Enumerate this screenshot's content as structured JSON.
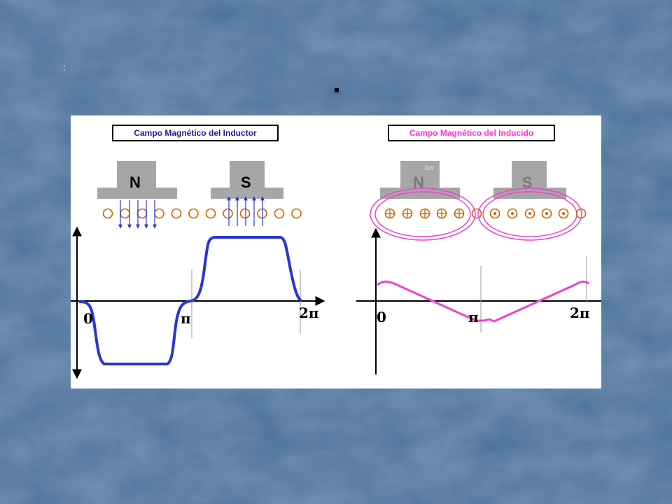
{
  "slide": {
    "colon_mark": ":",
    "dot_mark": "."
  },
  "inductor": {
    "title": "Campo Magnético del Inductor",
    "north_label": "N",
    "south_label": "S",
    "origin_label": "0",
    "pi_label": "π",
    "two_pi_label": "2π",
    "curve_color": "#2a35d6"
  },
  "inducido": {
    "title": "Campo Magnético del Inducido",
    "north_label": "N",
    "south_label": "S",
    "origin_label": "0",
    "pi_label": "π",
    "two_pi_label": "2π",
    "curve_color": "#ee44cc",
    "watermark": "tuv"
  },
  "colors": {
    "slide_bg": "#4c6f98",
    "conductor_ring": "#cc6600",
    "pole_gray": "#a6a6a6",
    "flux_arrow": "#2a35d6",
    "loop_pink": "#ee44cc"
  }
}
